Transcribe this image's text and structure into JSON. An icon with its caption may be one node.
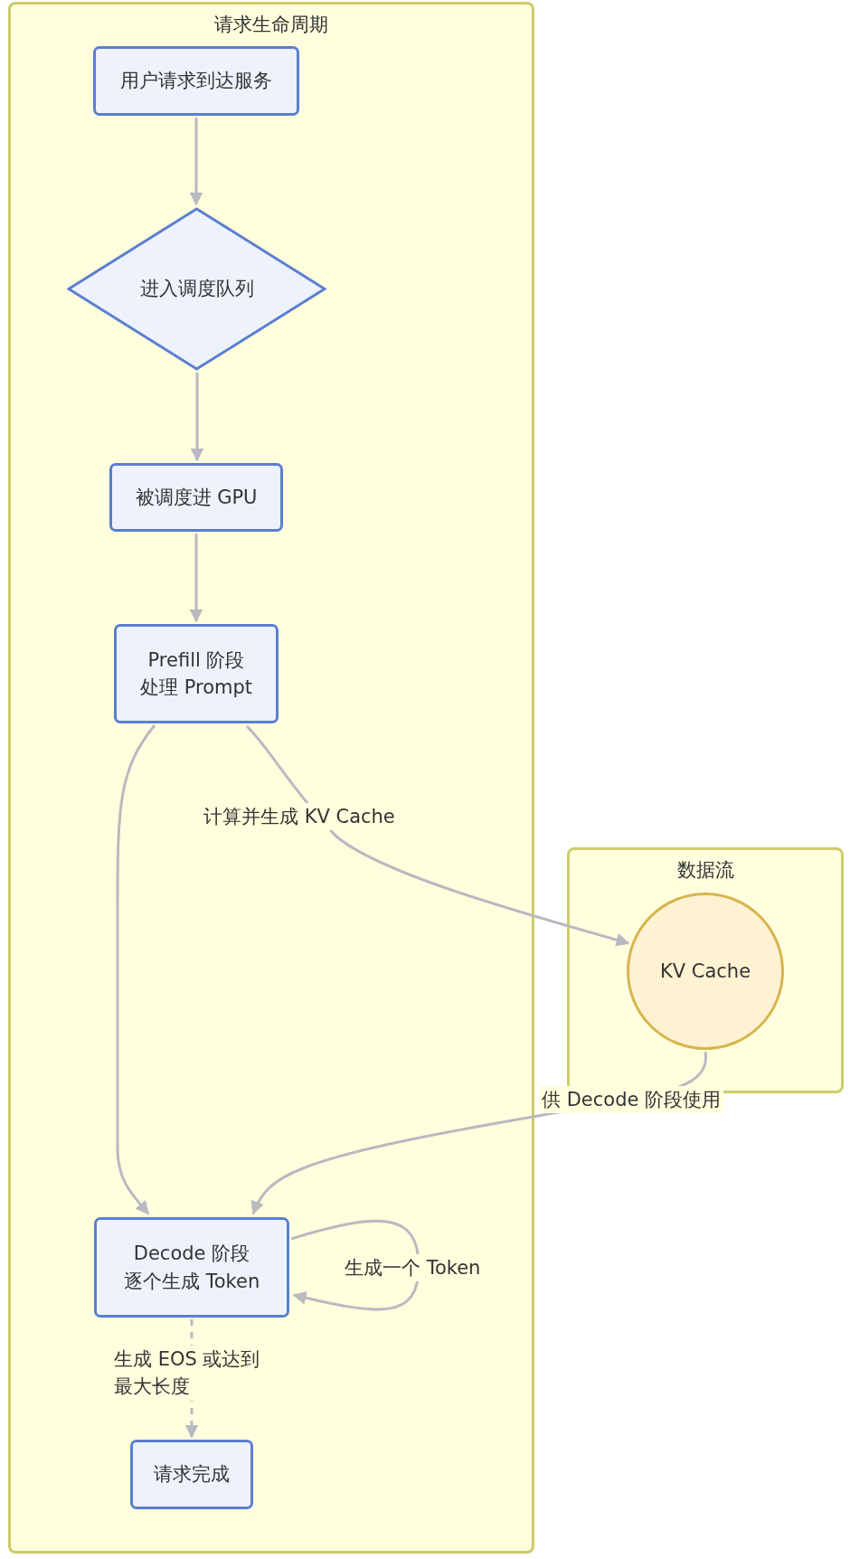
{
  "diagram": {
    "nodes": [
      {
        "text": [
          "请求生命周期"
        ]
      },
      {
        "text": [
          "用户请求到达服务"
        ],
        "in": 0
      },
      {
        "text": [
          "进入调度队列"
        ],
        "in": 0
      },
      {
        "text": [
          "被调度进 GPU"
        ],
        "in": 0
      },
      {
        "text": [
          "Prefill 阶段",
          "处理 Prompt"
        ],
        "in": 0
      },
      {
        "text": [
          "数据流"
        ]
      },
      {
        "text": [
          "KV Cache"
        ],
        "in": 5
      },
      {
        "text": [
          "Decode 阶段",
          "逐个生成 Token"
        ],
        "in": 0
      },
      {
        "text": [
          "请求完成"
        ],
        "in": 0
      }
    ],
    "edges": [
      {
        "from": 1,
        "to": 2,
        "arrow": "to"
      },
      {
        "from": 2,
        "to": 3,
        "arrow": "to"
      },
      {
        "from": 3,
        "to": 4,
        "arrow": "to"
      },
      {
        "from": 4,
        "to": 7,
        "arrow": "to"
      },
      {
        "from": 4,
        "to": 6,
        "arrow": "to",
        "label": "计算并生成 KV Cache"
      },
      {
        "from": 6,
        "to": 7,
        "arrow": "to",
        "label": "供 Decode 阶段使用"
      },
      {
        "from": 7,
        "to": 7,
        "arrow": "to",
        "label": "生成一个 Token"
      },
      {
        "from": 7,
        "to": 8,
        "arrow": "to",
        "label": "生成 EOS 或达到最大长度",
        "style": "dashed"
      }
    ]
  }
}
